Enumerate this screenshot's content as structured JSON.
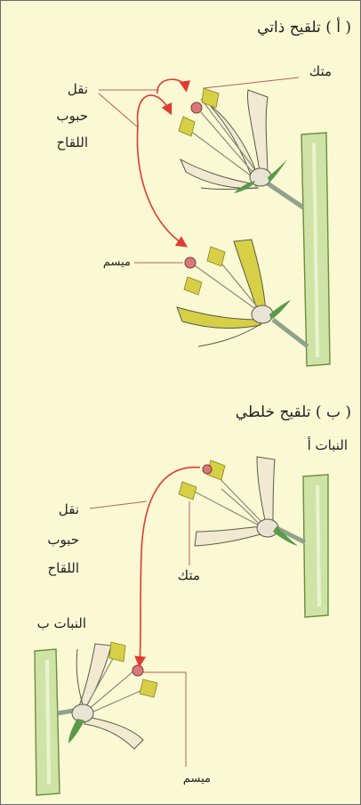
{
  "part_a": {
    "title": "( أ ) تلقيح ذاتي",
    "anther_label": "متك",
    "transfer_label": [
      "نقل",
      "حبوب",
      "اللقاح"
    ],
    "stigma_label": "ميسم"
  },
  "part_b": {
    "title": "( ب ) تلقيح خلطي",
    "plant_a_label": "النبات أ",
    "transfer_label": [
      "نقل",
      "حبوب",
      "اللقاح"
    ],
    "anther_label": "متك",
    "plant_b_label": "النبات ب",
    "stigma_label": "ميسم"
  },
  "colors": {
    "background": "#fbf8d4",
    "stem": "#cfe3a6",
    "petal": "#f1ead0",
    "anther": "#d7cf45",
    "stigma": "#d9797a",
    "arrow": "#e03b2f",
    "leader": "#b06262"
  }
}
